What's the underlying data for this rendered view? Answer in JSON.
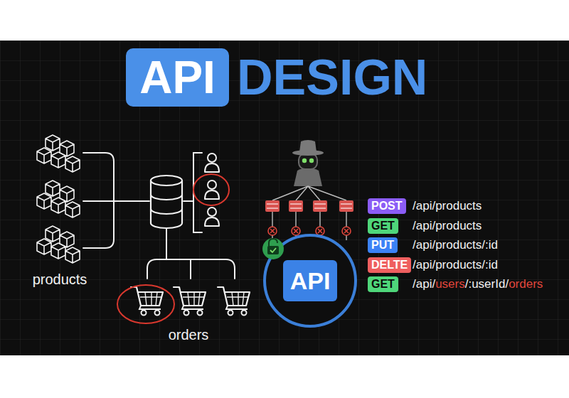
{
  "diagram": {
    "nodes": [
      {
        "text": [
          "API"
        ]
      },
      {
        "text": [
          "API"
        ]
      },
      {
        "text": [
          "POST"
        ]
      },
      {
        "text": [
          "GET"
        ]
      },
      {
        "text": [
          "PUT"
        ]
      },
      {
        "text": [
          "DELTE"
        ]
      },
      {
        "text": [
          "GET"
        ]
      }
    ],
    "labels": [
      "DESIGN",
      "products",
      "orders",
      "/api/products",
      "/api/products",
      "/api/products/:id",
      "/api/products/:id",
      "/api/",
      "users",
      "/:userId/",
      "orders"
    ]
  }
}
